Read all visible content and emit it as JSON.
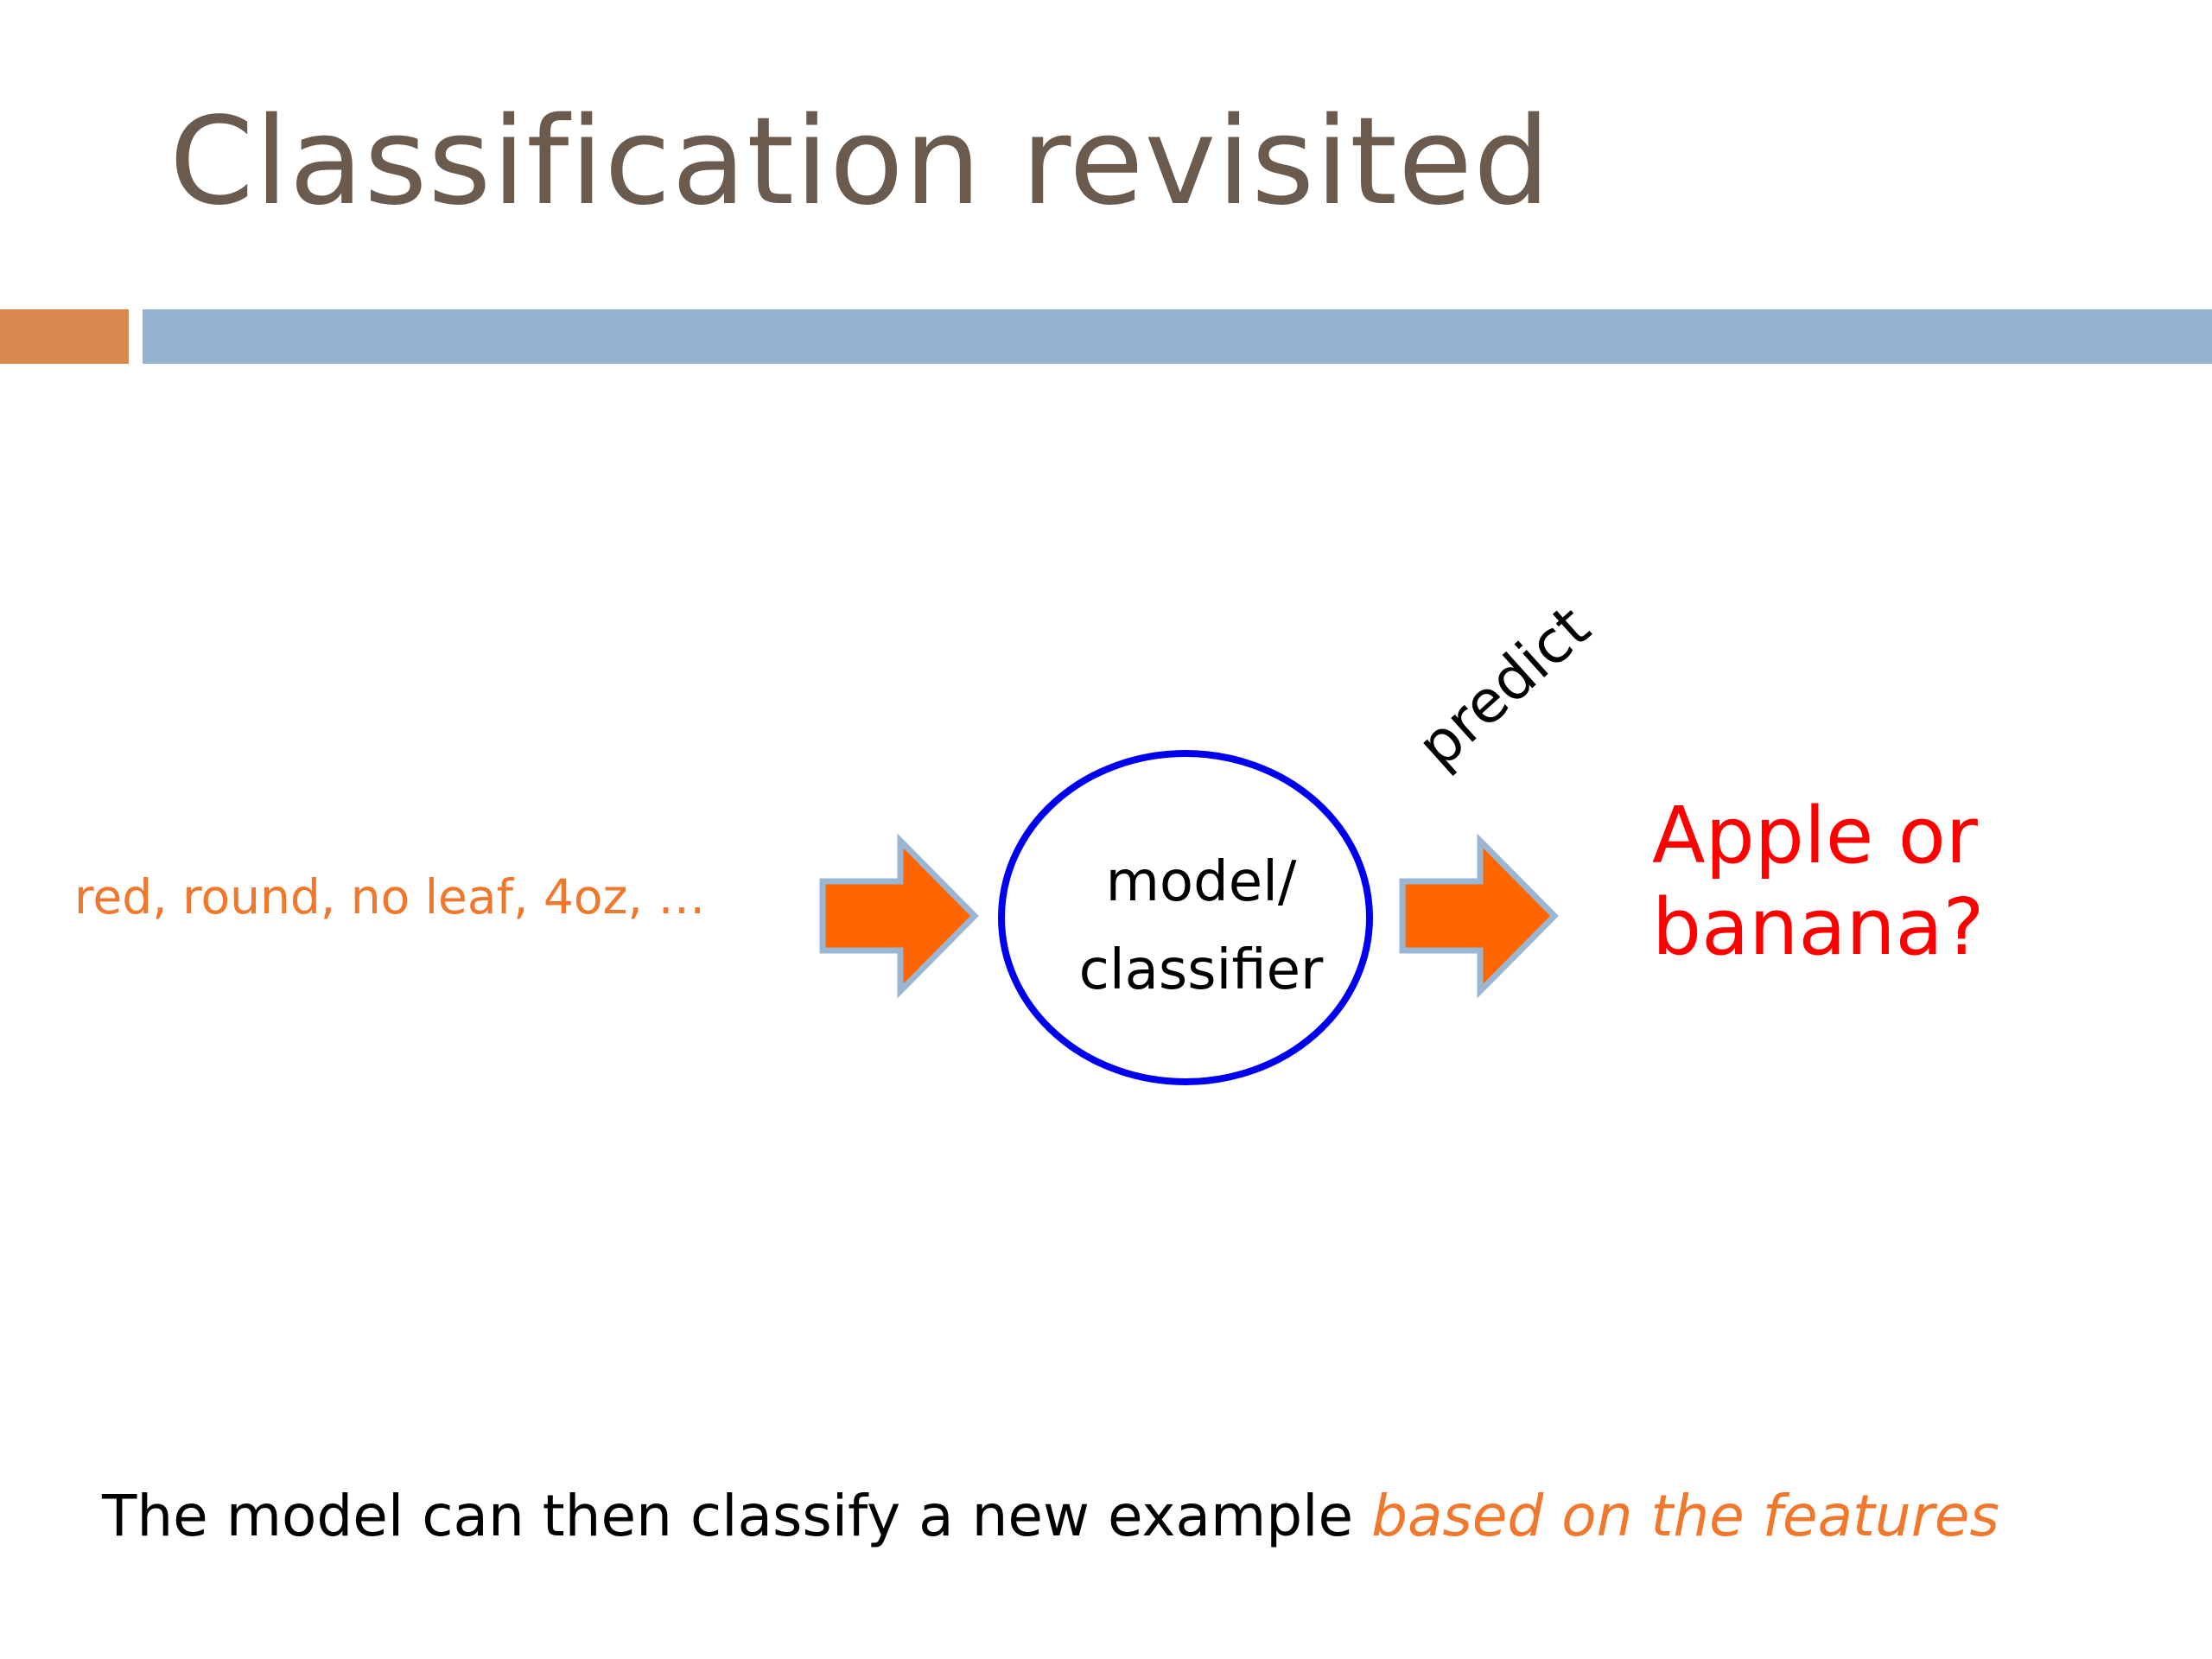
{
  "slide": {
    "title": "Classification revisited",
    "colors": {
      "title": "#6b5a4e",
      "accent_orange": "#d9894f",
      "accent_blue": "#95b3d1",
      "arrow_fill": "#ff6600",
      "arrow_stroke": "#9ab6d3",
      "node_stroke": "#0000ee",
      "features_text": "#f0782c",
      "result_text": "#ff0000",
      "body_text": "#000000",
      "emphasis_text": "#f0782c"
    }
  },
  "diagram": {
    "input_features": "red, round, no leaf, 4oz, …",
    "node": {
      "line1": "model/",
      "line2": "classifier"
    },
    "edge_label": "predict",
    "output": {
      "line1": "Apple or",
      "line2": "banana?"
    }
  },
  "caption": {
    "text": "The model can then classify a new example ",
    "emphasis": "based on the features"
  }
}
